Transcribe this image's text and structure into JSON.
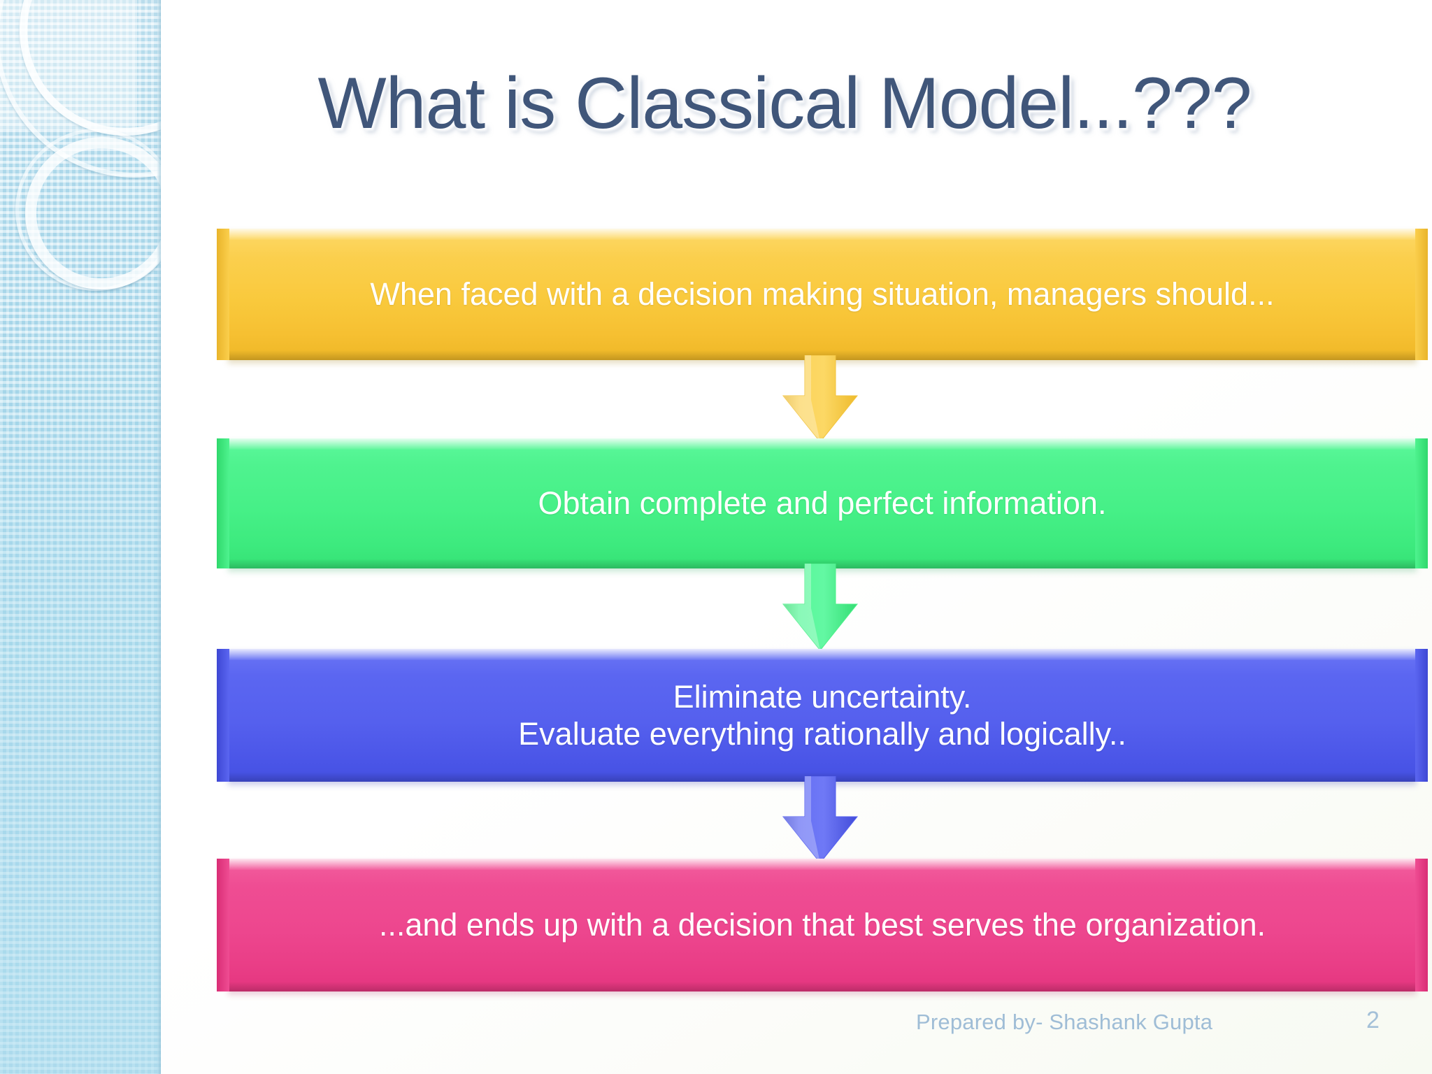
{
  "slide": {
    "title": "What is Classical Model...???",
    "page_number": "2",
    "credit": "Prepared by- Shashank Gupta"
  },
  "colors": {
    "title_text": "#40567a",
    "sidebar_blue": "#b4e0f1",
    "step_yellow": "#f9c93c",
    "step_green": "#46f087",
    "step_blue": "#5560ee",
    "step_pink": "#ed468e",
    "footer_text": "#9fbdd6"
  },
  "flow": {
    "steps": [
      {
        "id": "step-1",
        "text": "When faced with a decision making situation, managers should...",
        "color": "#f9c93c",
        "color_name": "yellow"
      },
      {
        "id": "step-2",
        "text": "Obtain complete and perfect information.",
        "color": "#46f087",
        "color_name": "green"
      },
      {
        "id": "step-3",
        "text": "Eliminate uncertainty.\nEvaluate everything rationally and logically..",
        "color": "#5560ee",
        "color_name": "blue"
      },
      {
        "id": "step-4",
        "text": "...and ends up with a decision that best serves the organization.",
        "color": "#ed468e",
        "color_name": "pink"
      }
    ],
    "connectors": [
      {
        "id": "connector-1",
        "icon": "down-arrow-icon",
        "color": "#f9c93c"
      },
      {
        "id": "connector-2",
        "icon": "down-arrow-icon",
        "color": "#46f087"
      },
      {
        "id": "connector-3",
        "icon": "down-arrow-icon",
        "color": "#5560ee"
      }
    ]
  },
  "decoration": {
    "sidebar_icon": "circles-decoration",
    "ring_count": 4
  }
}
